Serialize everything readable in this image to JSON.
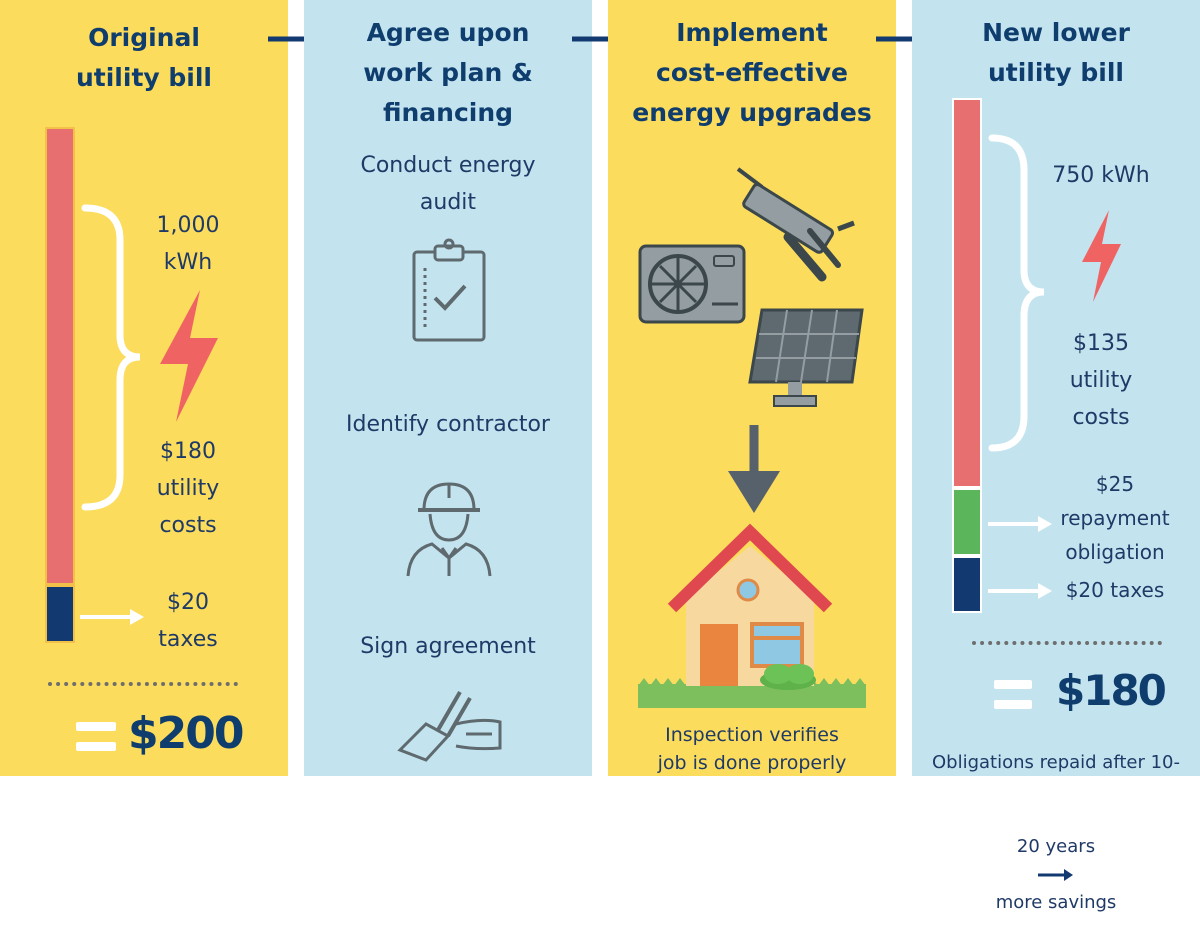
{
  "steps": [
    {
      "title": "Original\nutility bill"
    },
    {
      "title": "Agree upon\nwork plan &\nfinancing"
    },
    {
      "title": "Implement\ncost-effective\nenergy upgrades"
    },
    {
      "title": "New lower\nutility bill"
    }
  ],
  "original_bill": {
    "energy": "1,000\nkWh",
    "utility_costs": "$180\nutility\ncosts",
    "taxes": "$20\ntaxes",
    "total_equals": "$200"
  },
  "plan": {
    "items": [
      "Conduct energy\naudit",
      "Identify contractor",
      "Sign agreement"
    ]
  },
  "upgrades": {
    "caption": "Inspection verifies\njob is done properly"
  },
  "new_bill": {
    "energy": "750 kWh",
    "utility_costs": "$135\nutility\ncosts",
    "repayment": "$25\nrepayment\nobligation",
    "taxes": "$20 taxes",
    "total_equals": "$180",
    "note_line1": "Obligations repaid after 10-",
    "note_line2a": "20 years",
    "note_line2b": "more savings"
  },
  "colors": {
    "yellow": "#fbdc5c",
    "blue_panel": "#c3e4ef",
    "utility_bar": "#e76f6f",
    "repayment_bar": "#5bb55b",
    "tax_bar": "#123a70",
    "arrow": "#123a70",
    "bolt": "#ef6363"
  },
  "icons": [
    "clipboard-check-icon",
    "contractor-icon",
    "signing-pen-icon",
    "caulk-gun-icon",
    "heat-pump-icon",
    "solar-panel-icon",
    "down-arrow-icon",
    "house-icon",
    "lightning-bolt-icon",
    "brace-icon",
    "right-arrow-icon"
  ]
}
